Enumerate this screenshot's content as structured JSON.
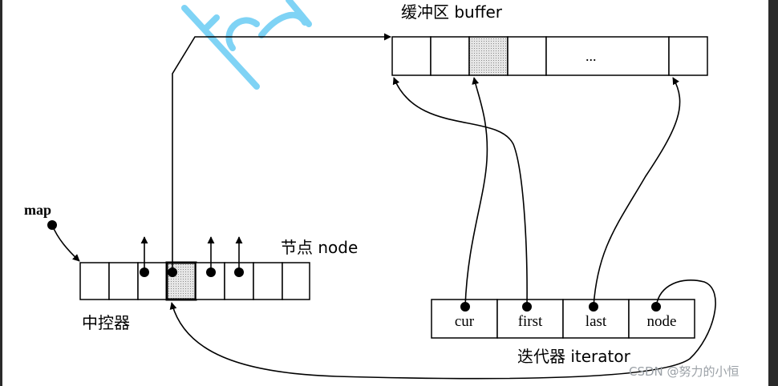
{
  "buffer": {
    "title": "缓冲区 buffer",
    "ellipsis": "..."
  },
  "map_controller": {
    "map_label": "map",
    "node_label": "节点 node",
    "caption": "中控器"
  },
  "iterator": {
    "fields": [
      "cur",
      "first",
      "last",
      "node"
    ],
    "caption": "迭代器 iterator"
  },
  "watermark": {
    "text": "CSDN @努力的小恒",
    "color": "#9aa0a6"
  },
  "colors": {
    "line": "#000000",
    "shaded_cell": "#cfcfcf",
    "stamp": "#7fd3f5"
  }
}
